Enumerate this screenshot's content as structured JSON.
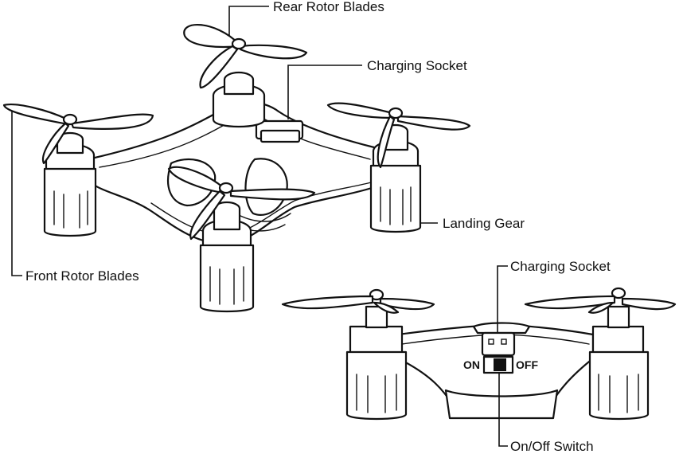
{
  "labels": {
    "rear_rotor_blades": "Rear Rotor Blades",
    "charging_socket_top": "Charging Socket",
    "landing_gear": "Landing Gear",
    "front_rotor_blades": "Front Rotor Blades",
    "charging_socket_bottom": "Charging Socket",
    "on_off_switch": "On/Off Switch"
  },
  "switch": {
    "on": "ON",
    "off": "OFF"
  },
  "colors": {
    "ink": "#111111",
    "paper": "#ffffff"
  }
}
